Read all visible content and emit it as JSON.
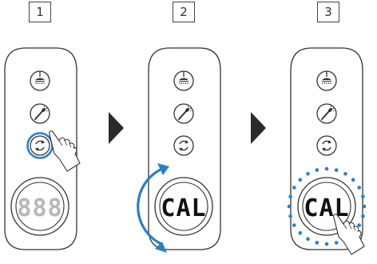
{
  "steps": [
    {
      "number": "1",
      "display": "888",
      "display_color": "#b8b8b8",
      "highlight_button": "calibrate",
      "action": "tap-finger"
    },
    {
      "number": "2",
      "display": "CAL",
      "display_color": "#111111",
      "action": "rotate-arrows"
    },
    {
      "number": "3",
      "display": "CAL",
      "display_color": "#111111",
      "action": "tap-display-with-dots"
    }
  ],
  "buttons": [
    {
      "icon": "shower-head-icon"
    },
    {
      "icon": "hand-shower-icon"
    },
    {
      "icon": "calibrate-cycle-icon"
    }
  ],
  "colors": {
    "accent_blue": "#2d7fc1",
    "outline": "#333333",
    "arrow": "#2a2a2a"
  }
}
